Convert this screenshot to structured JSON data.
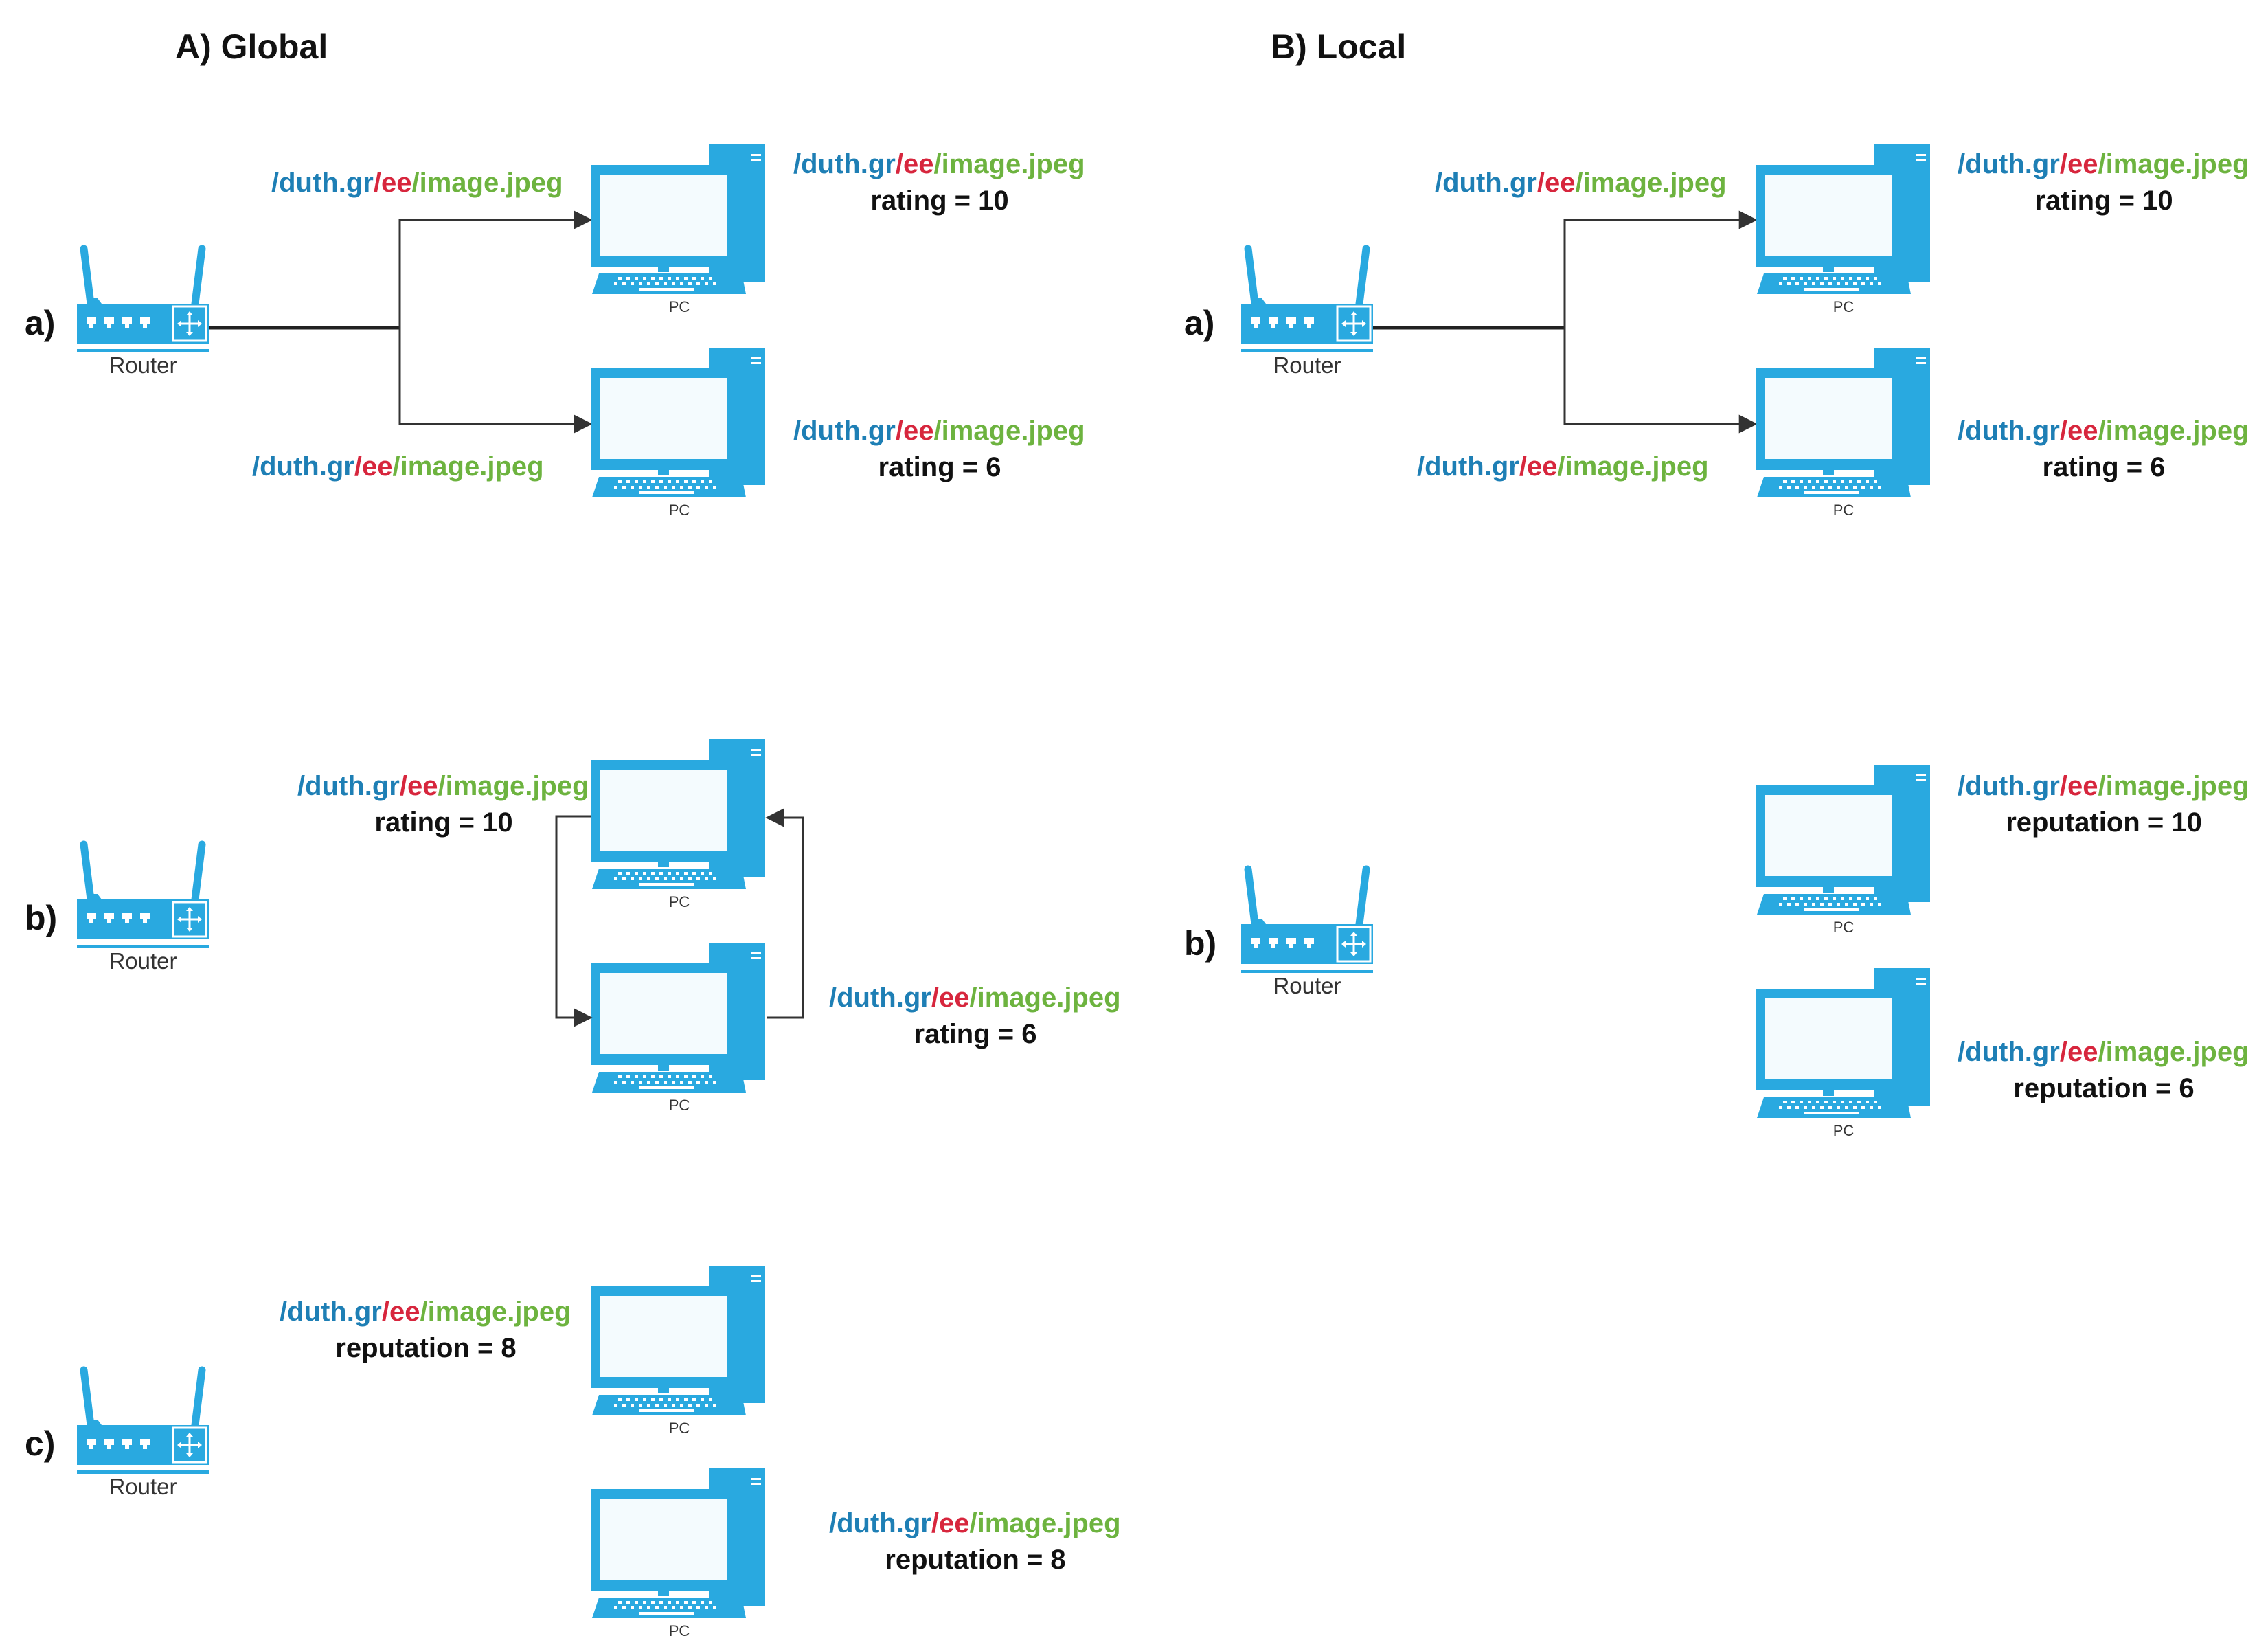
{
  "colors": {
    "device": "#29A9E0",
    "url_domain": "#1E7FB5",
    "url_dir": "#D7263D",
    "url_file": "#6DB33F",
    "text": "#111111"
  },
  "labels": {
    "router": "Router",
    "pc": "PC"
  },
  "url": {
    "domain": "/duth.gr",
    "sep": "/",
    "dir": "ee",
    "file": "/image.jpeg"
  },
  "global": {
    "title": "A) Global",
    "a": {
      "label": "a)",
      "incoming_top": "",
      "pc1_value": "rating = 10",
      "pc2_value": "rating = 6"
    },
    "b": {
      "label": "b)",
      "pc1_value": "rating = 10",
      "pc2_value": "rating = 6"
    },
    "c": {
      "label": "c)",
      "pc1_value": "reputation = 8",
      "pc2_value": "reputation = 8"
    }
  },
  "local": {
    "title": "B) Local",
    "a": {
      "label": "a)",
      "pc1_value": "rating = 10",
      "pc2_value": "rating = 6"
    },
    "b": {
      "label": "b)",
      "pc1_value": "reputation = 10",
      "pc2_value": "reputation = 6"
    }
  },
  "icons": [
    "router-icon",
    "pc-icon",
    "arrow-icon"
  ]
}
